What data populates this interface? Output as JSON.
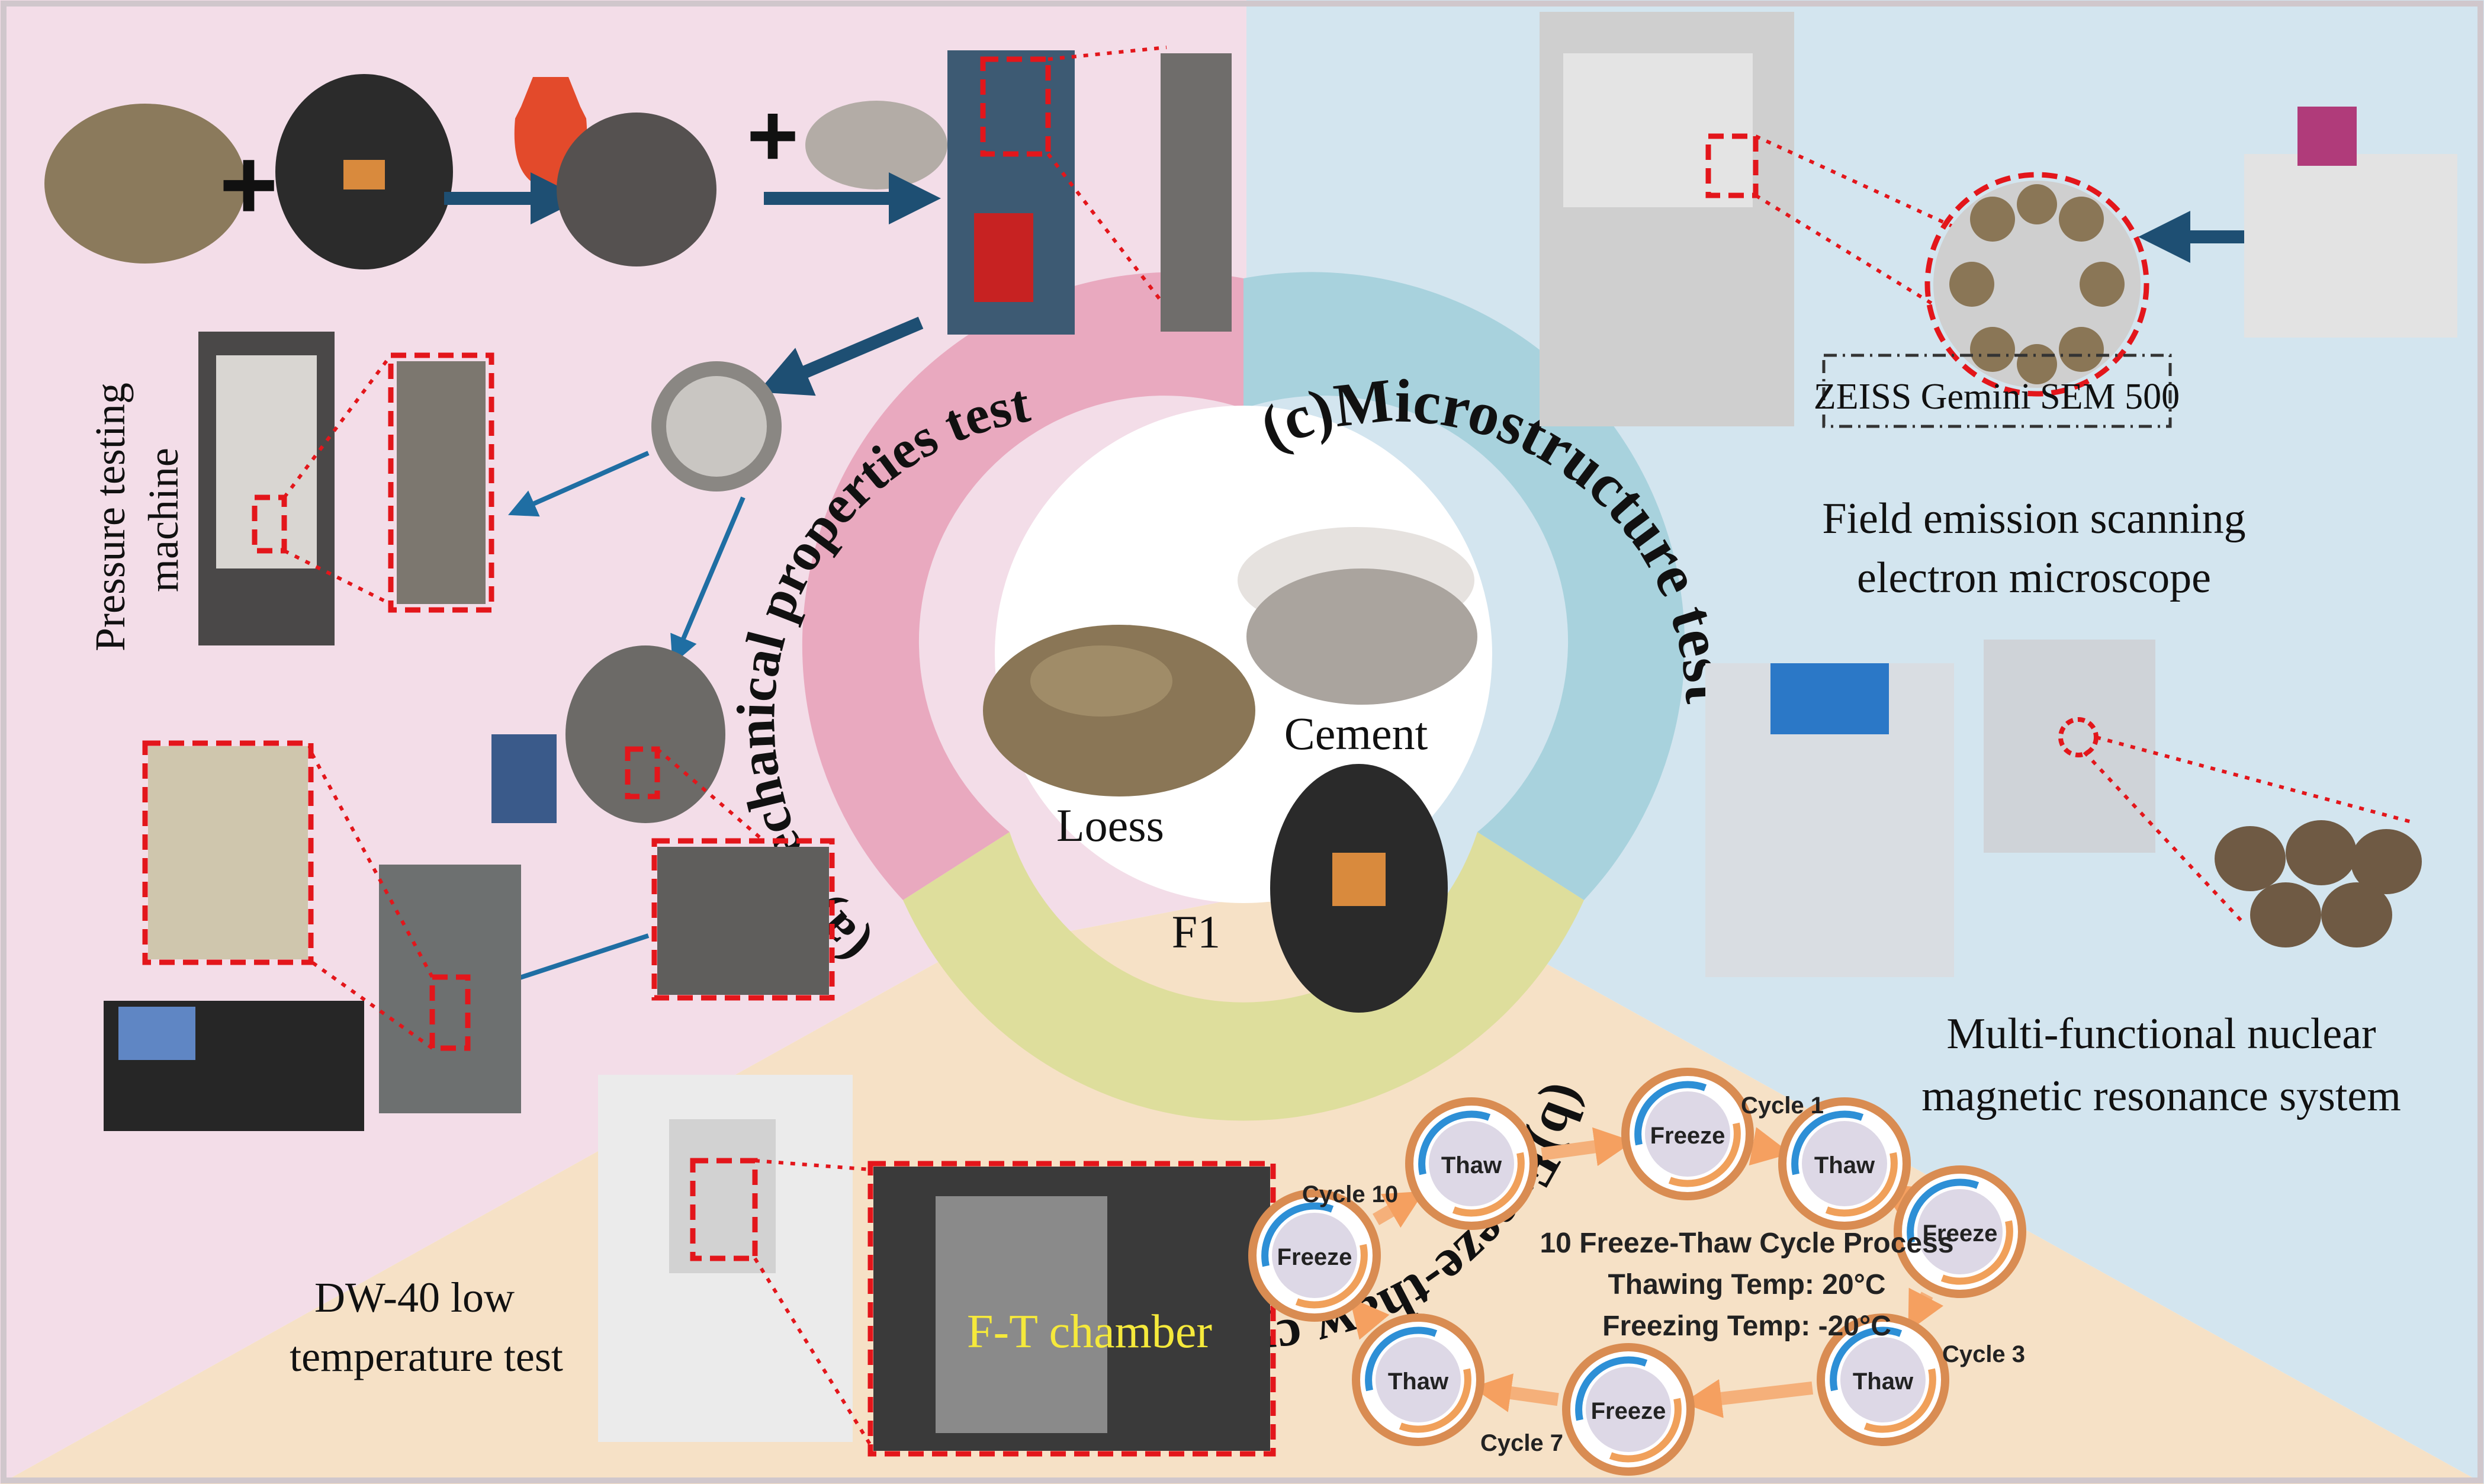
{
  "sections": {
    "a": "(a)Mechanical properties test",
    "b": "(b)Freeze-thaw cycle test",
    "c": "(c)Microstructure test"
  },
  "center": {
    "loess": "Loess",
    "cement": "Cement",
    "f1": "F1"
  },
  "section_a": {
    "plus1": "+",
    "plus2": "+",
    "pressure_label_line1": "Pressure testing",
    "pressure_label_line2": "machine"
  },
  "section_b": {
    "chamber_label": "F-T chamber",
    "machine_label_line1": "DW-40 low",
    "machine_label_line2": "temperature test",
    "cycle": {
      "title": "10 Freeze-Thaw Cycle Process",
      "thawing": "Thawing Temp: 20°C",
      "freezing": "Freezing Temp: -20°C",
      "nodes": [
        "Freeze",
        "Thaw",
        "Freeze",
        "Thaw",
        "Freeze",
        "Thaw",
        "Freeze",
        "Thaw"
      ],
      "cycle_labels": [
        "Cycle 1",
        "Cycle 3",
        "Cycle 7",
        "Cycle 10"
      ]
    }
  },
  "section_c": {
    "zeiss": "ZEISS Gemini SEM 500",
    "sem_line1": "Field emission scanning",
    "sem_line2": "electron microscope",
    "nmr_line1": "Multi-functional nuclear",
    "nmr_line2": "magnetic resonance system"
  },
  "colors": {
    "panel_a": "#f3dde8",
    "panel_b": "#f6e1c6",
    "panel_c": "#d3e5ef",
    "ring_a": "#e9a9bf",
    "ring_b": "#dede9c",
    "ring_c": "#a8d2dd"
  }
}
